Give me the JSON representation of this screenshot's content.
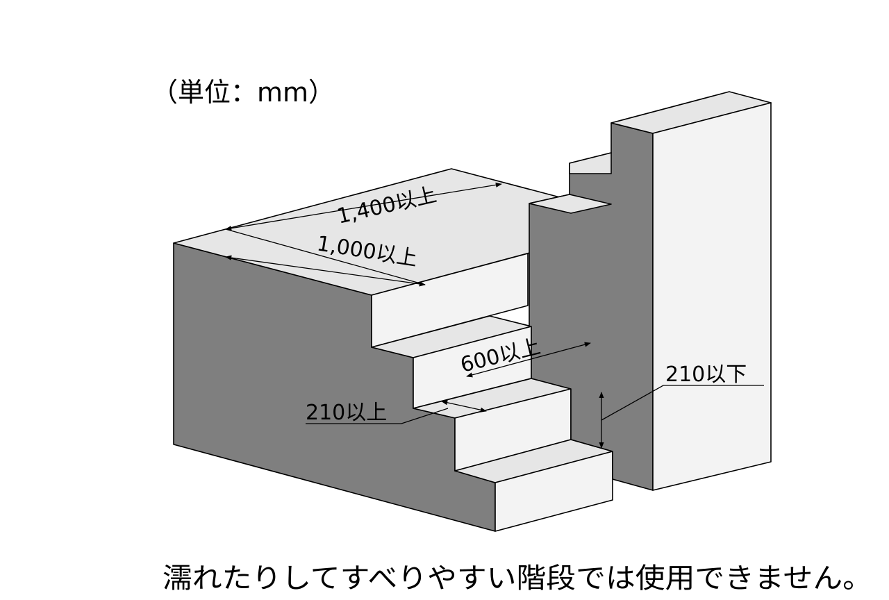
{
  "unit_label": "（単位：mm）",
  "dimensions": {
    "platform_length": "1,400以上",
    "platform_width": "1,000以上",
    "tread_depth": "600以上",
    "tread_depth_min": "210以上",
    "riser_height_max": "210以下"
  },
  "caption": "濡れたりしてすべりやすい階段では使用できません。",
  "colors": {
    "side_face": "#7f7f7f",
    "top_face": "#e6e6e6",
    "front_face": "#f3f3f3"
  }
}
